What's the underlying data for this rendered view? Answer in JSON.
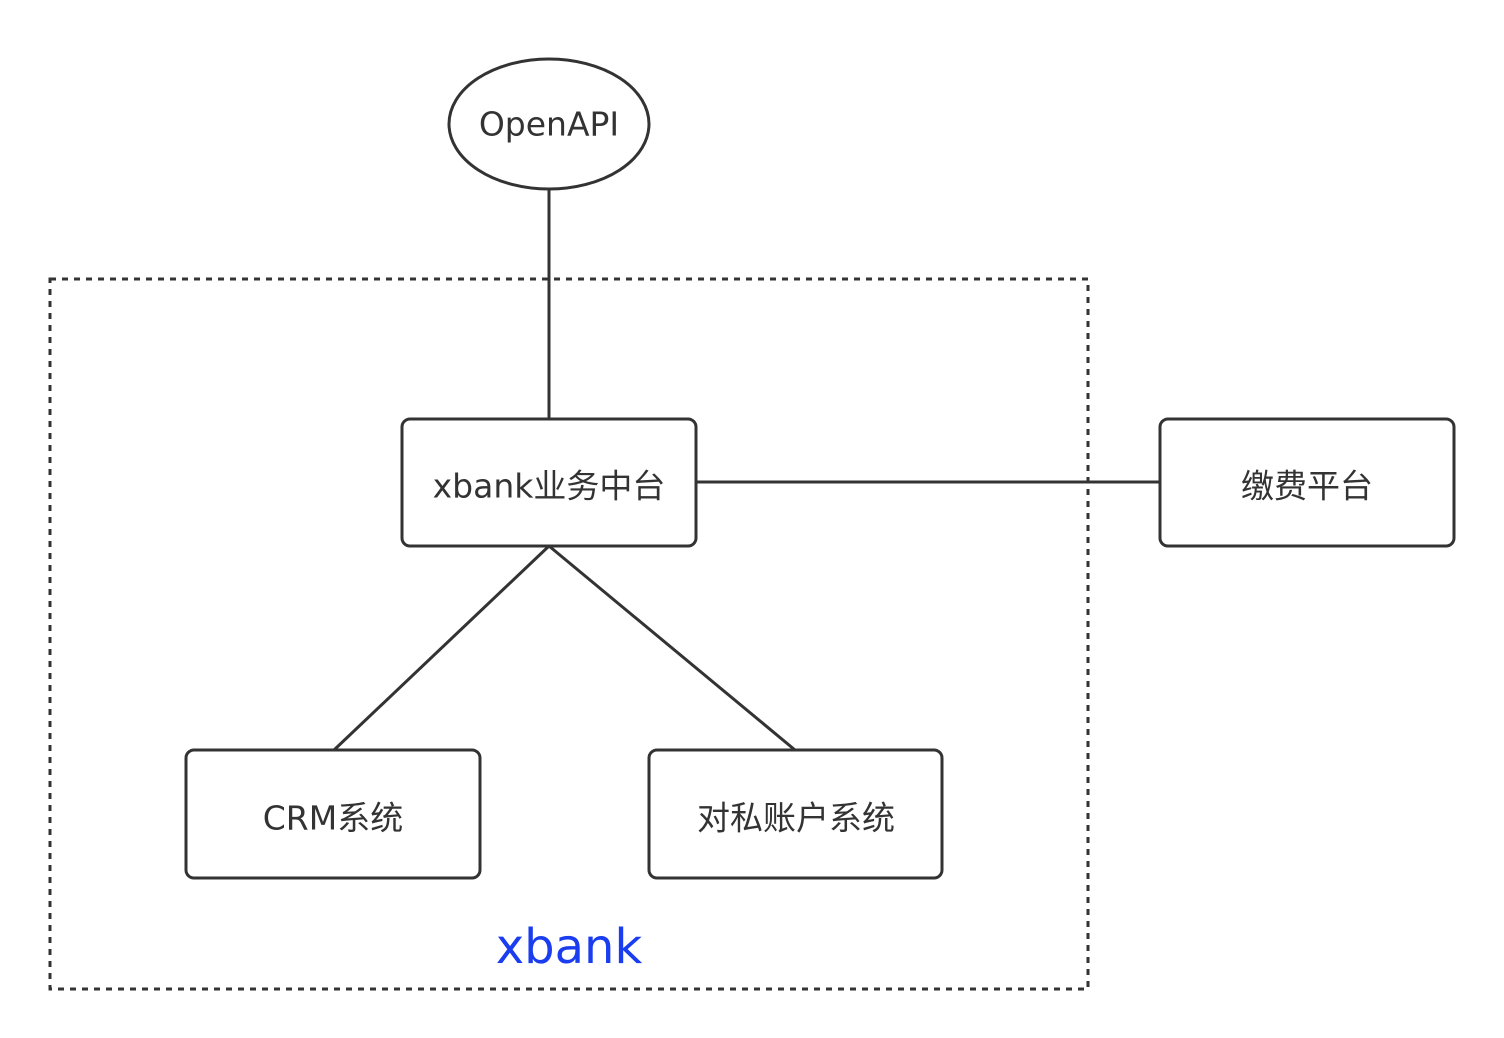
{
  "colors": {
    "stroke": "#333333",
    "text": "#333333",
    "group_label": "#1a3df0",
    "background": "#ffffff"
  },
  "group": {
    "label": "xbank"
  },
  "nodes": {
    "openapi": {
      "label": "OpenAPI"
    },
    "middle_platform": {
      "label": "xbank业务中台"
    },
    "payment_platform": {
      "label": "缴费平台"
    },
    "crm": {
      "label": "CRM系统"
    },
    "private_account": {
      "label": "对私账户系统"
    }
  }
}
